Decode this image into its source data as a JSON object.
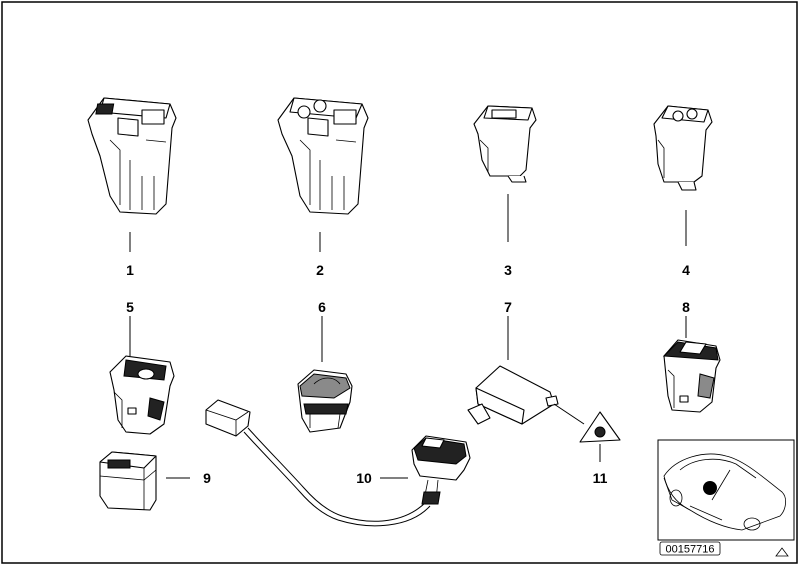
{
  "diagram": {
    "callouts": [
      "1",
      "2",
      "3",
      "4",
      "5",
      "6",
      "7",
      "8",
      "9",
      "10",
      "11"
    ],
    "document_number": "00157716"
  }
}
